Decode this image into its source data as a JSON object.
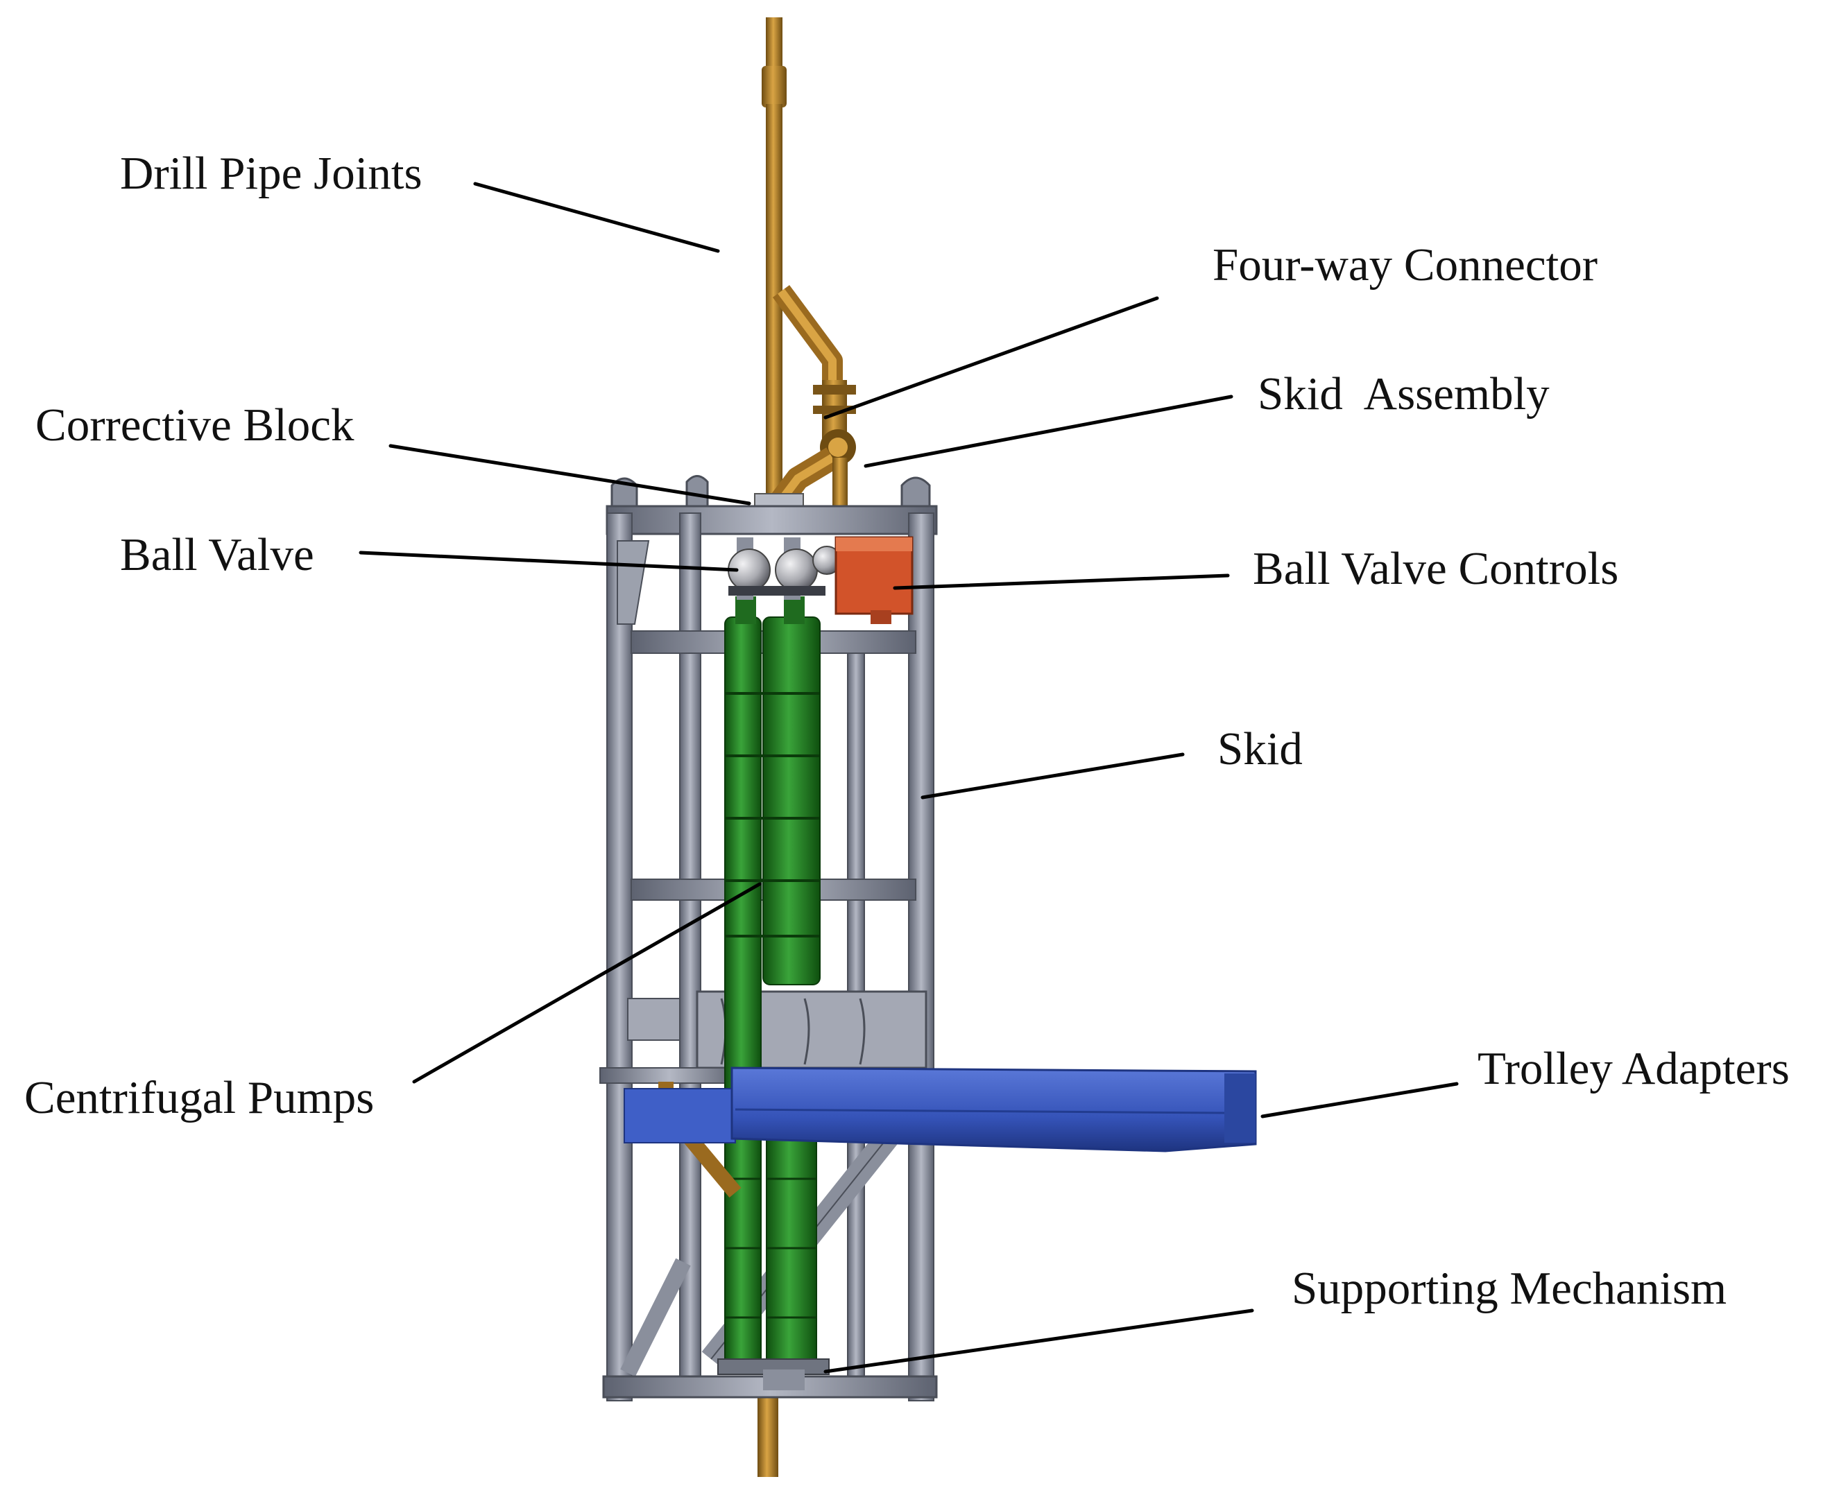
{
  "labels": {
    "drill_pipe_joints": "Drill Pipe Joints",
    "four_way_connector": "Four-way Connector",
    "skid_assembly": "Skid  Assembly",
    "corrective_block": "Corrective Block",
    "ball_valve": "Ball Valve",
    "ball_valve_controls": "Ball Valve Controls",
    "skid": "Skid",
    "centrifugal_pumps": "Centrifugal Pumps",
    "trolley_adapters": "Trolley Adapters",
    "supporting_mechanism": "Supporting Mechanism"
  },
  "colors": {
    "pipe": "#b07d2a",
    "frame": "#8a8f9c",
    "pump": "#2e8b2e",
    "controls": "#d2532a",
    "trolley": "#3553b8",
    "valve": "#b8b8bc"
  }
}
